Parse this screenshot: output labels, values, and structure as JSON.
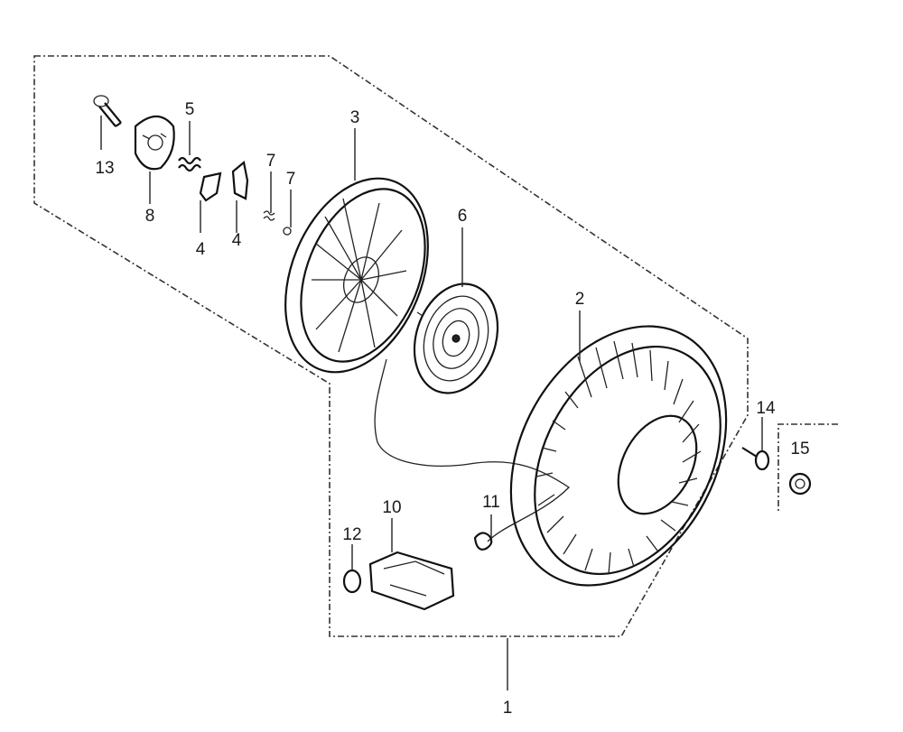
{
  "diagram": {
    "callouts": [
      {
        "key": "c1",
        "label": "1"
      },
      {
        "key": "c2",
        "label": "2"
      },
      {
        "key": "c3",
        "label": "3"
      },
      {
        "key": "c4a",
        "label": "4"
      },
      {
        "key": "c4b",
        "label": "4"
      },
      {
        "key": "c5",
        "label": "5"
      },
      {
        "key": "c6",
        "label": "6"
      },
      {
        "key": "c7a",
        "label": "7"
      },
      {
        "key": "c7b",
        "label": "7"
      },
      {
        "key": "c8",
        "label": "8"
      },
      {
        "key": "c10",
        "label": "10"
      },
      {
        "key": "c11",
        "label": "11"
      },
      {
        "key": "c12",
        "label": "12"
      },
      {
        "key": "c13",
        "label": "13"
      },
      {
        "key": "c14",
        "label": "14"
      },
      {
        "key": "c15",
        "label": "15"
      }
    ]
  }
}
